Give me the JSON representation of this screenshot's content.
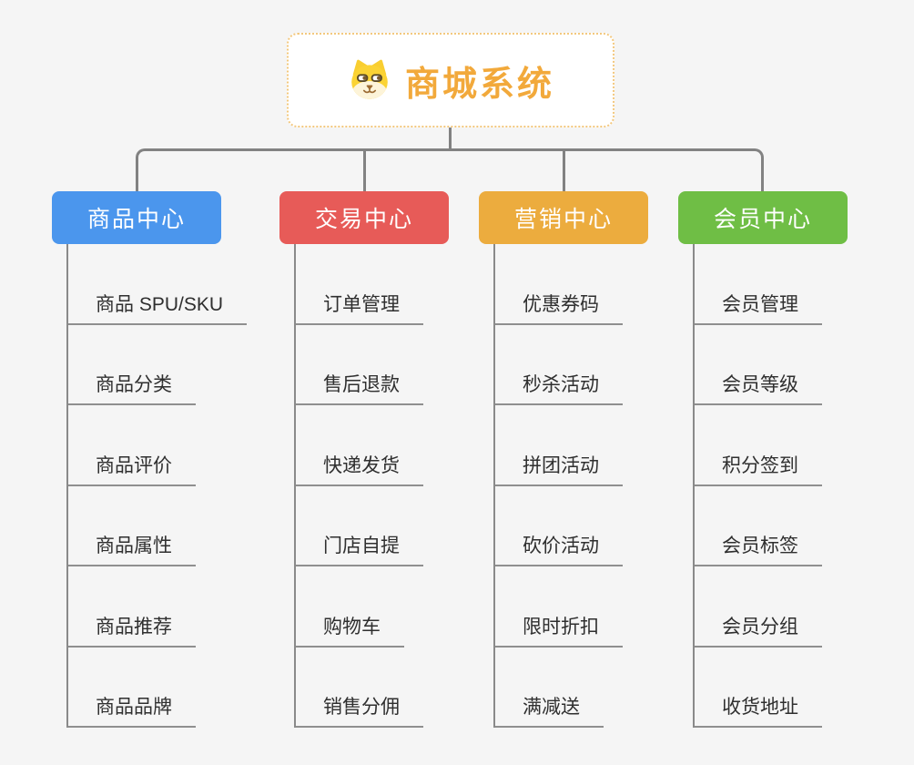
{
  "root": {
    "title": "商城系统",
    "icon": "dog-face-icon",
    "title_color": "#f2a93b",
    "border_color": "#f3c87e"
  },
  "branches": [
    {
      "label": "商品中心",
      "color": "#4b96ed",
      "children": [
        "商品 SPU/SKU",
        "商品分类",
        "商品评价",
        "商品属性",
        "商品推荐",
        "商品品牌"
      ]
    },
    {
      "label": "交易中心",
      "color": "#e75b58",
      "children": [
        "订单管理",
        "售后退款",
        "快递发货",
        "门店自提",
        "购物车",
        "销售分佣"
      ]
    },
    {
      "label": "营销中心",
      "color": "#ecac3e",
      "children": [
        "优惠券码",
        "秒杀活动",
        "拼团活动",
        "砍价活动",
        "限时折扣",
        "满减送"
      ]
    },
    {
      "label": "会员中心",
      "color": "#6fbe45",
      "children": [
        "会员管理",
        "会员等级",
        "积分签到",
        "会员标签",
        "会员分组",
        "收货地址"
      ]
    }
  ],
  "colors": {
    "background": "#f5f5f5",
    "connector": "#828282",
    "leaf_text": "#2f2f2f",
    "leaf_underline": "#8f8f8f"
  }
}
